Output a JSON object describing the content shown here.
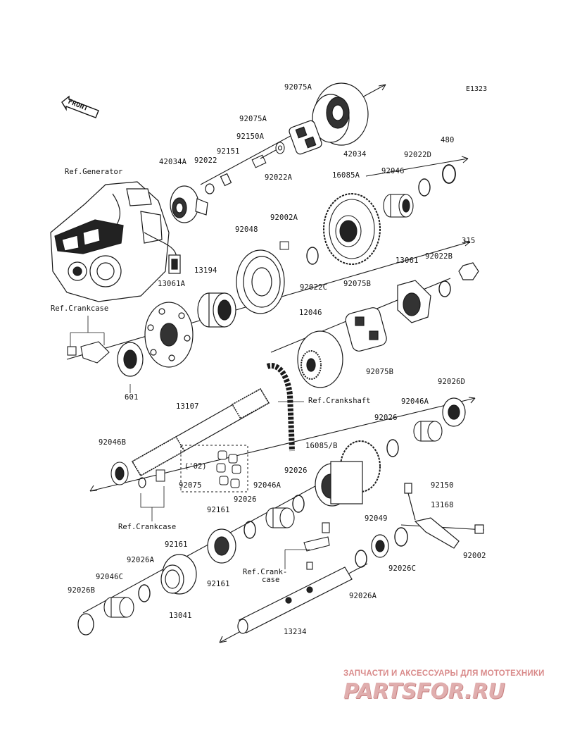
{
  "diagram": {
    "code": "E1323",
    "front_label": "FRONT",
    "refs": {
      "generator": "Ref.Generator",
      "crankcase_left": "Ref.Crankcase",
      "crankshaft": "Ref.Crankshaft",
      "crankcase_bottom": "Ref.Crankcase",
      "crankcase_small_1": "Ref.Crank-",
      "crankcase_small_2": "case",
      "variant_note": "('02)"
    },
    "parts": {
      "p92075A_top": "92075A",
      "p92075A_mid": "92075A",
      "p42034": "42034",
      "p92150A": "92150A",
      "p92022A": "92022A",
      "p42034A": "42034A",
      "p92022": "92022",
      "p92151": "92151",
      "p16085A": "16085A",
      "p92046": "92046",
      "p92022D": "92022D",
      "p480": "480",
      "p92002A": "92002A",
      "p92048": "92048",
      "p92022C": "92022C",
      "p13194": "13194",
      "p13061A": "13061A",
      "p315": "315",
      "p13061": "13061",
      "p92022B": "92022B",
      "p92075B_top": "92075B",
      "p92075B_bot": "92075B",
      "p12046": "12046",
      "p601": "601",
      "p13107": "13107",
      "p92026D": "92026D",
      "p92046A_top": "92046A",
      "p92026_top": "92026",
      "p92046B": "92046B",
      "p16085B": "16085/B",
      "p92026_mid": "92026",
      "p92075": "92075",
      "p92046A_mid": "92046A",
      "p92026_low": "92026",
      "p92150": "92150",
      "p13168": "13168",
      "p92161_a": "92161",
      "p92161_b": "92161",
      "p92161_c": "92161",
      "p92049": "92049",
      "p92026C": "92026C",
      "p92002": "92002",
      "p92026A_left": "92026A",
      "p92046C": "92046C",
      "p92026B": "92026B",
      "p13041": "13041",
      "p92026A_right": "92026A",
      "p13234": "13234"
    }
  },
  "watermark": {
    "tagline": "ЗАПЧАСТИ И АКСЕССУАРЫ ДЛЯ МОТОТЕХНИКИ",
    "brand": "PARTSFOR.RU",
    "color": "#e0aeae"
  }
}
